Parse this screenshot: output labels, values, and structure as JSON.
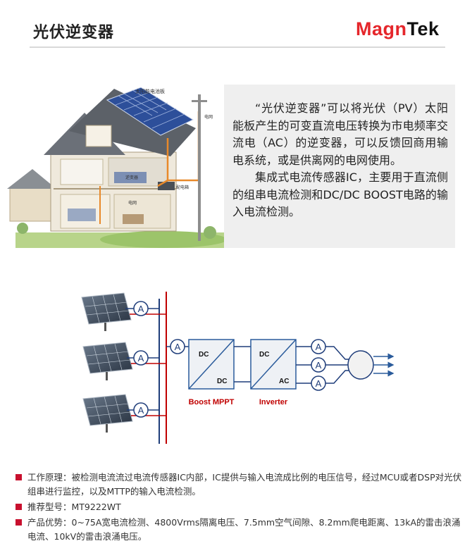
{
  "header": {
    "title": "光伏逆变器",
    "logo_part1": "Magn",
    "logo_part2": "Tek",
    "accent_color": "#e5262b"
  },
  "house_image": {
    "labels": {
      "solar_panel": "太阳能电池板",
      "inverter": "逆变器",
      "meter": "电网",
      "distribution": "配电箱",
      "grid": "电网"
    }
  },
  "intro": {
    "paragraph1": "“光伏逆变器”可以将光伏（PV）太阳能板产生的可变直流电压转换为市电频率交流电（AC）的逆变器，可以反馈回商用输电系统，或是供离网的电网使用。",
    "paragraph2": "集成式电流传感器IC，主要用于直流侧的组串电流检测和DC/DC BOOST电路的输入电流检测。"
  },
  "diagram": {
    "ammeter_symbol": "A",
    "boost_box": {
      "top": "DC",
      "bottom": "DC",
      "caption": "Boost MPPT"
    },
    "inverter_box": {
      "top": "DC",
      "bottom": "AC",
      "caption": "Inverter"
    },
    "caption_color": "#c00000"
  },
  "bullets": [
    {
      "label": "工作原理：",
      "text": "被检测电流流过电流传感器IC内部，IC提供与输入电流成比例的电压信号，经过MCU或者DSP对光伏组串进行监控，以及MTTP的输入电流检测。"
    },
    {
      "label": "推荐型号：",
      "text": "MT9222WT"
    },
    {
      "label": "产品优势：",
      "text": "0~75A宽电流检测、4800Vrms隔离电压、7.5mm空气间隙、8.2mm爬电距离、13kA的雷击浪涌电流、10kV的雷击浪涌电压。"
    }
  ]
}
